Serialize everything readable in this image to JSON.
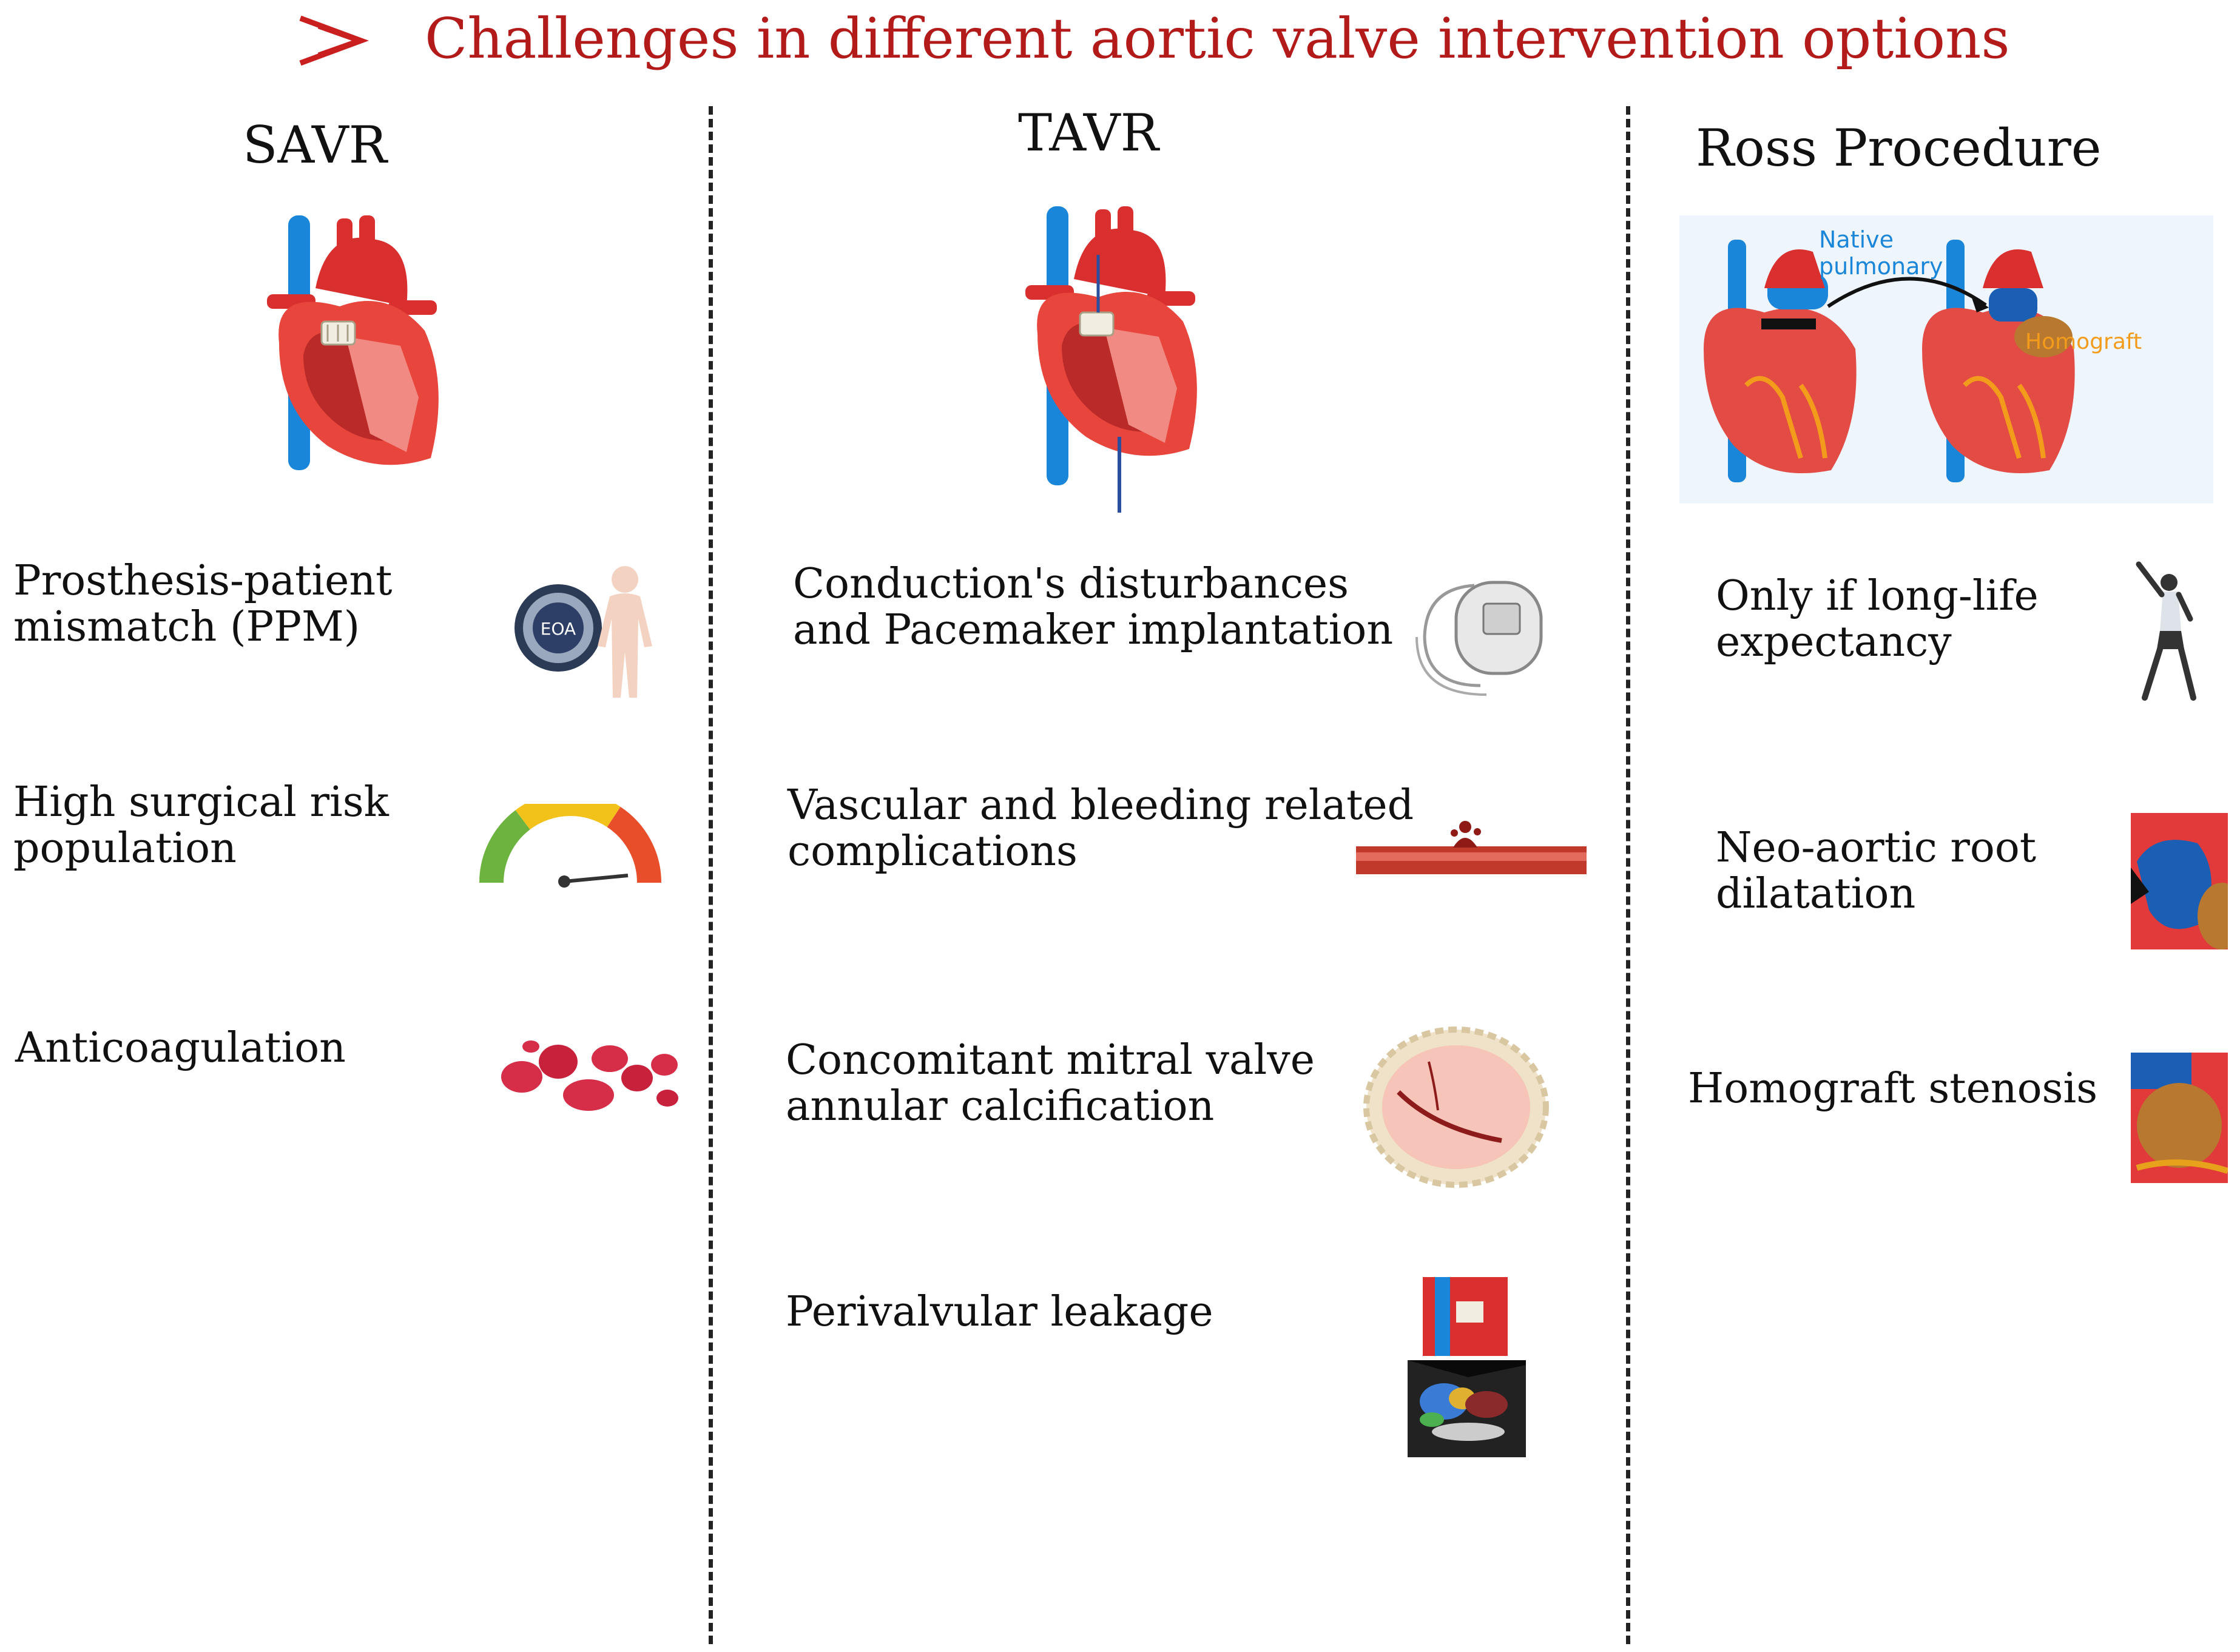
{
  "title": "Challenges in different aortic valve intervention options",
  "colors": {
    "title": "#b31b1b",
    "heart_red": "#d9302f",
    "vein_blue": "#1a86d9",
    "muscle_pink": "#f08a82"
  },
  "columns": [
    {
      "heading": "SAVR",
      "items": [
        {
          "lines": [
            "Prosthesis-patient",
            "mismatch (PPM)"
          ],
          "icon": "eoa-human-icon",
          "icon_label": "EOA"
        },
        {
          "lines": [
            "High surgical risk",
            "population"
          ],
          "icon": "risk-gauge-icon"
        },
        {
          "lines": [
            "Anticoagulation"
          ],
          "icon": "blood-clot-icon"
        }
      ]
    },
    {
      "heading": "TAVR",
      "items": [
        {
          "lines": [
            "Conduction's disturbances",
            "and Pacemaker implantation"
          ],
          "icon": "pacemaker-icon"
        },
        {
          "lines": [
            "Vascular and bleeding related",
            "complications"
          ],
          "icon": "vessel-bleeding-icon"
        },
        {
          "lines": [
            "Concomitant mitral valve",
            "annular calcification"
          ],
          "icon": "calcified-annulus-icon"
        },
        {
          "lines": [
            "Perivalvular leakage"
          ],
          "icon": "echo-leak-icon"
        }
      ]
    },
    {
      "heading": "Ross Procedure",
      "diagram_labels": {
        "native": [
          "Native",
          "pulmonary"
        ],
        "homograft": "Homograft"
      },
      "items": [
        {
          "lines": [
            "Only if long-life",
            "expectancy"
          ],
          "icon": "active-person-icon"
        },
        {
          "lines": [
            "Neo-aortic root",
            "dilatation"
          ],
          "icon": "root-dilatation-icon"
        },
        {
          "lines": [
            "Homograft stenosis"
          ],
          "icon": "homograft-icon"
        }
      ]
    }
  ]
}
